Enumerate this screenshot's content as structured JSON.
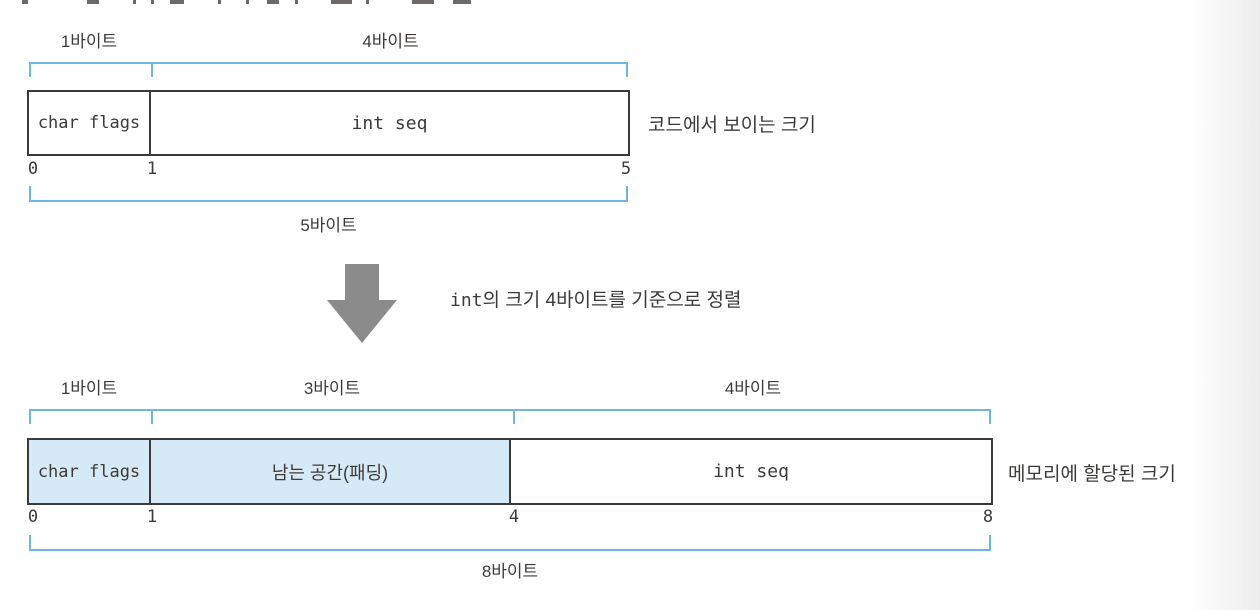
{
  "colors": {
    "bracket_blue": "#6fb6e4",
    "cell_fill_blue": "#d6e9f7",
    "box_border": "#3c3a39",
    "arrow_gray": "#8b8b8b",
    "text": "#3d3b39"
  },
  "top_diagram": {
    "byte_labels": [
      "1바이트",
      "4바이트"
    ],
    "cells": [
      {
        "label": "char flags"
      },
      {
        "label": "int seq"
      }
    ],
    "ticks": [
      "0",
      "1",
      "5"
    ],
    "total_label": "5바이트",
    "caption": "코드에서 보이는 크기"
  },
  "transition": {
    "code": "int",
    "text": "의 크기 4바이트를 기준으로 정렬"
  },
  "bottom_diagram": {
    "byte_labels": [
      "1바이트",
      "3바이트",
      "4바이트"
    ],
    "cells": [
      {
        "label": "char flags"
      },
      {
        "label": "남는 공간(패딩)"
      },
      {
        "label": "int seq"
      }
    ],
    "ticks": [
      "0",
      "1",
      "4",
      "8"
    ],
    "total_label": "8바이트",
    "caption": "메모리에 할당된 크기"
  }
}
